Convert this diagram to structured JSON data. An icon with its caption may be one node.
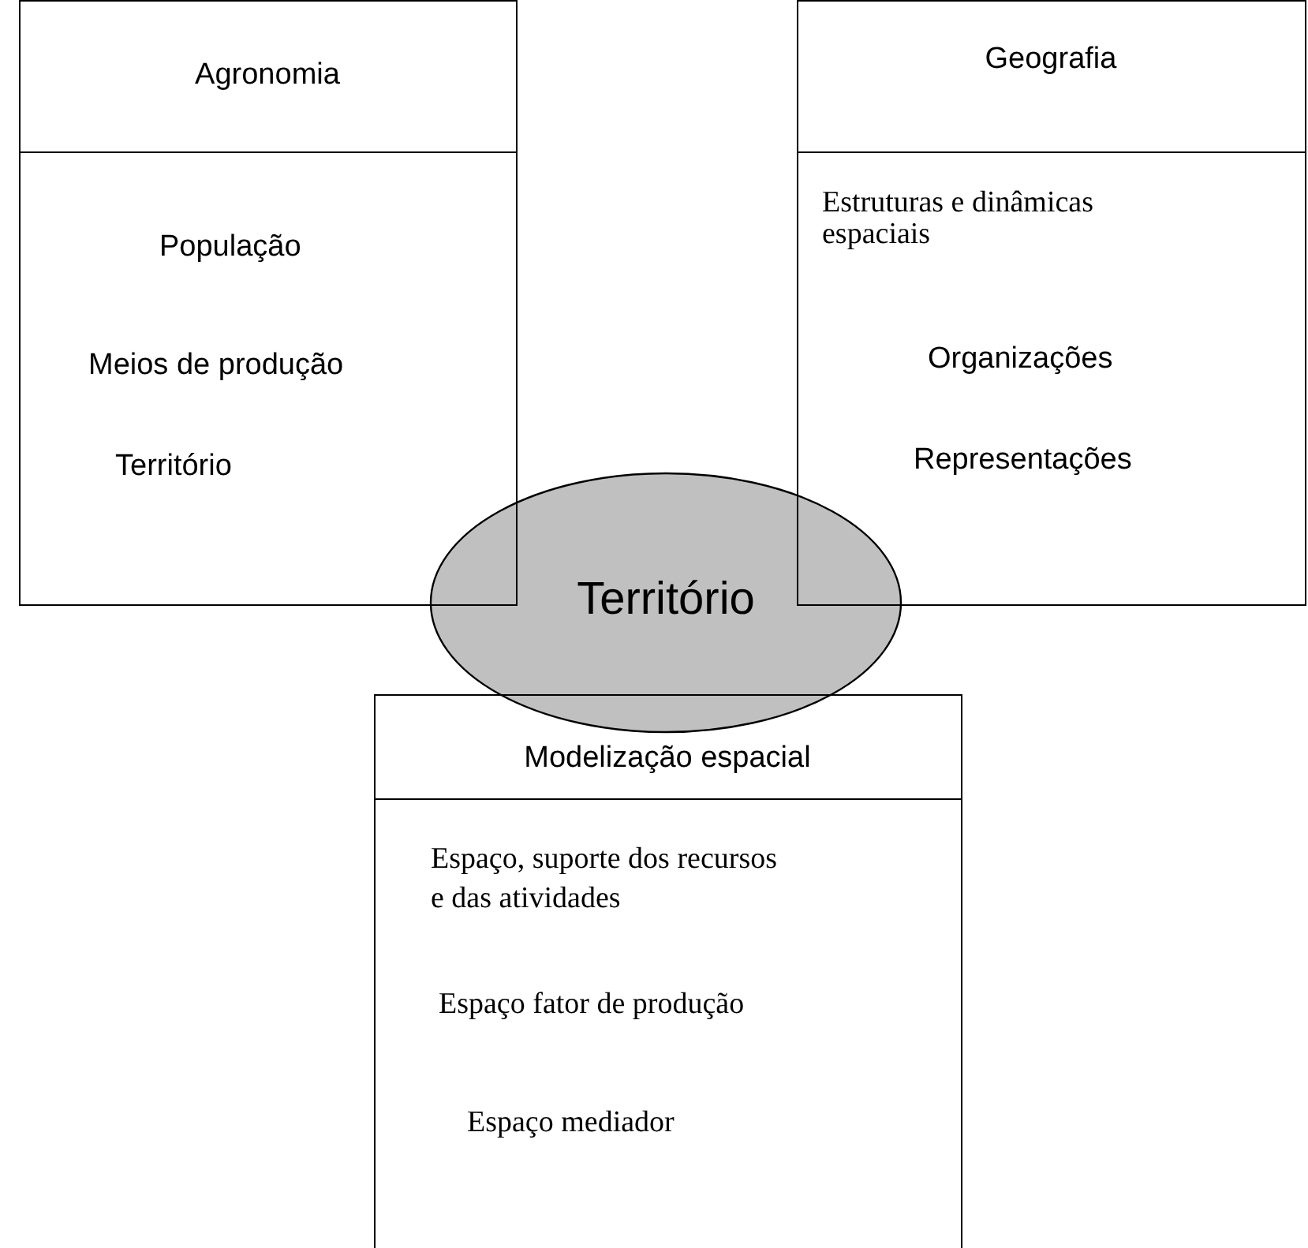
{
  "diagram": {
    "nodes": [
      {
        "text": [
          "Agronomia",
          "População",
          "Meios de produção",
          "Território"
        ]
      },
      {
        "text": [
          "Geografia",
          "Estruturas e dinâmicas espaciais",
          "Organizações",
          "Representações"
        ]
      },
      {
        "text": [
          "Território"
        ]
      },
      {
        "text": [
          "Modelização espacial",
          "Espaço, suporte dos recursos e das atividades",
          "Espaço fator de produção",
          "Espaço mediador"
        ]
      }
    ]
  }
}
